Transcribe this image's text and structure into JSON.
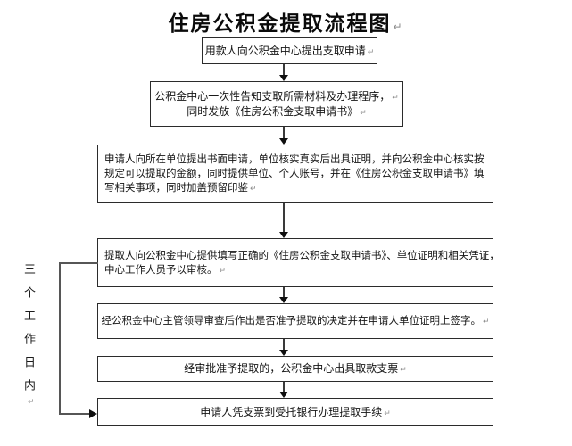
{
  "title": "住房公积金提取流程图",
  "marks": {
    "return": "↵"
  },
  "side_label": "三个工作日内",
  "steps": [
    {
      "lines": [
        "用款人向公积金中心提出支取申请"
      ]
    },
    {
      "lines": [
        "公积金中心一次性告知支取所需材料及办理程序，",
        "同时发放《住房公积金支取申请书》"
      ]
    },
    {
      "lines": [
        "申请人向所在单位提出书面申请，单位核实真实后出具证明，并向公积金中心核实按",
        "规定可以提取的金额，同时提供单位、个人账号，并在《住房公积金支取申请书》填",
        "写相关事项，同时加盖预留印鉴"
      ]
    },
    {
      "lines": [
        "提取人向公积金中心提供填写正确的《住房公积金支取申请书》、单位证明和相关凭证，",
        "中心工作人员予以审核。"
      ]
    },
    {
      "lines": [
        "经公积金中心主管领导审查后作出是否准予提取的决定并在申请人单位证明上签字。"
      ]
    },
    {
      "lines": [
        "经审批准予提取的，公积金中心出具取款支票"
      ]
    },
    {
      "lines": [
        "申请人凭支票到受托银行办理提取手续"
      ]
    }
  ]
}
